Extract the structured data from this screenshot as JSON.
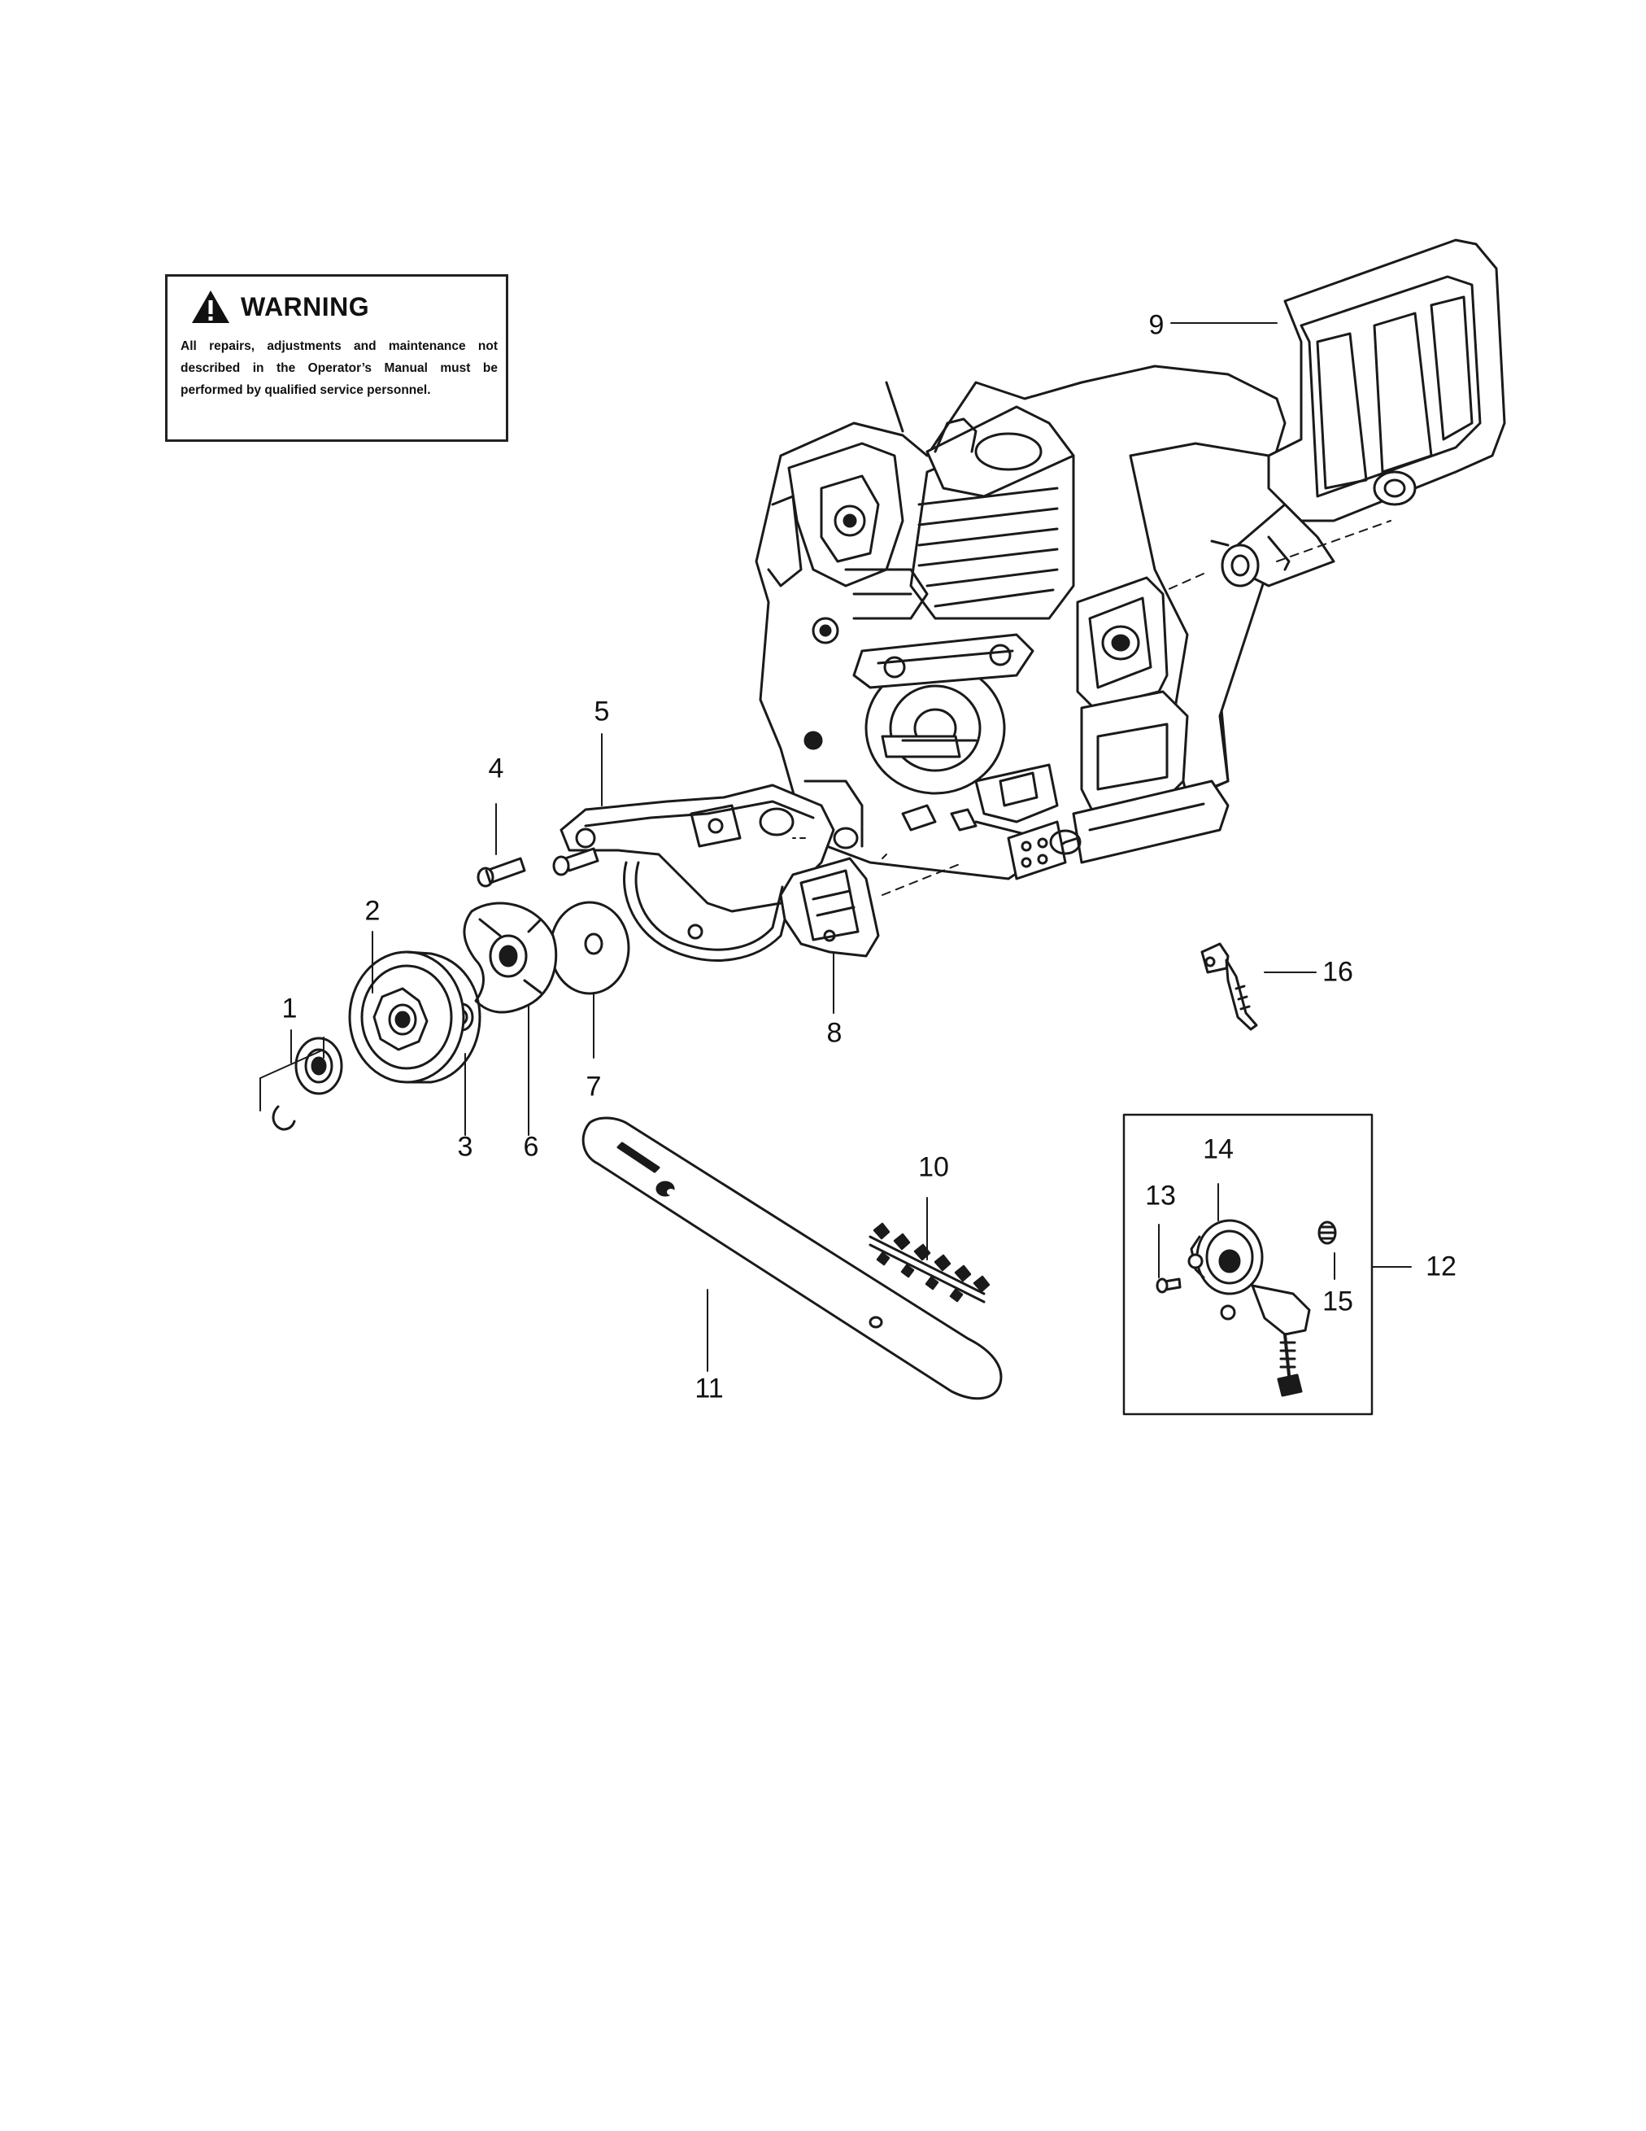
{
  "warning": {
    "icon": "warning-triangle-icon",
    "title": "WARNING",
    "text": "All repairs, adjustments and maintenance not described in the Operator’s Manual must be performed by qualified  service personnel."
  },
  "callouts": {
    "c1": "1",
    "c2": "2",
    "c3": "3",
    "c4": "4",
    "c5": "5",
    "c6": "6",
    "c7": "7",
    "c8": "8",
    "c9": "9",
    "c10": "10",
    "c11": "11",
    "c12": "12",
    "c13": "13",
    "c14": "14",
    "c15": "15",
    "c16": "16"
  }
}
